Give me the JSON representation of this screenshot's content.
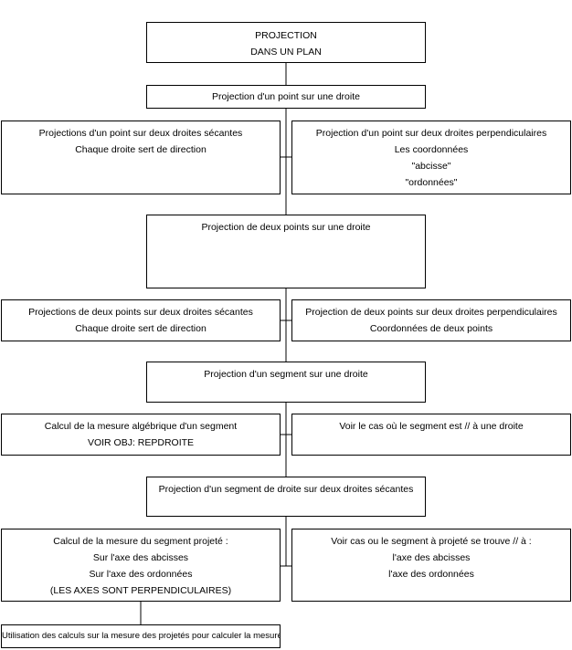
{
  "boxes": {
    "title": {
      "lines": [
        "PROJECTION",
        "DANS UN PLAN"
      ]
    },
    "b1": {
      "lines": [
        "Projection d'un point sur une droite"
      ]
    },
    "b2l": {
      "lines": [
        "Projections d'un point sur deux droites sécantes",
        "Chaque droite sert de direction"
      ]
    },
    "b2r": {
      "lines": [
        "Projection d'un point sur deux droites perpendiculaires",
        "Les coordonnées",
        "\"abcisse\"",
        "\"ordonnées\""
      ]
    },
    "b3": {
      "lines": [
        "Projection de deux points sur une droite"
      ]
    },
    "b4l": {
      "lines": [
        "Projections de deux points sur deux droites sécantes",
        "Chaque droite sert de direction"
      ]
    },
    "b4r": {
      "lines": [
        "Projection de deux points sur deux droites  perpendiculaires",
        "Coordonnées de deux points"
      ]
    },
    "b5": {
      "lines": [
        "Projection d'un segment sur une droite"
      ]
    },
    "b6l": {
      "lines": [
        "Calcul de la mesure algébrique d'un segment",
        "VOIR OBJ: REPDROITE"
      ]
    },
    "b6r": {
      "lines": [
        "Voir le cas où le segment est // à une droite"
      ]
    },
    "b7": {
      "lines": [
        "Projection d'un segment de droite sur  deux droites sécantes"
      ]
    },
    "b8l": {
      "lines": [
        "Calcul de la mesure du segment projeté :",
        "Sur l'axe des abcisses",
        "Sur l'axe des ordonnées",
        "(LES AXES SONT PERPENDICULAIRES)"
      ]
    },
    "b8r": {
      "lines": [
        "Voir cas ou le segment à projeté se trouve  // à :",
        "l'axe des abcisses",
        "l'axe des ordonnées"
      ]
    },
    "b9": {
      "lines": [
        "Utilisation des calculs sur la mesure  des projetés pour calculer la mesure du segment projeté"
      ]
    }
  }
}
